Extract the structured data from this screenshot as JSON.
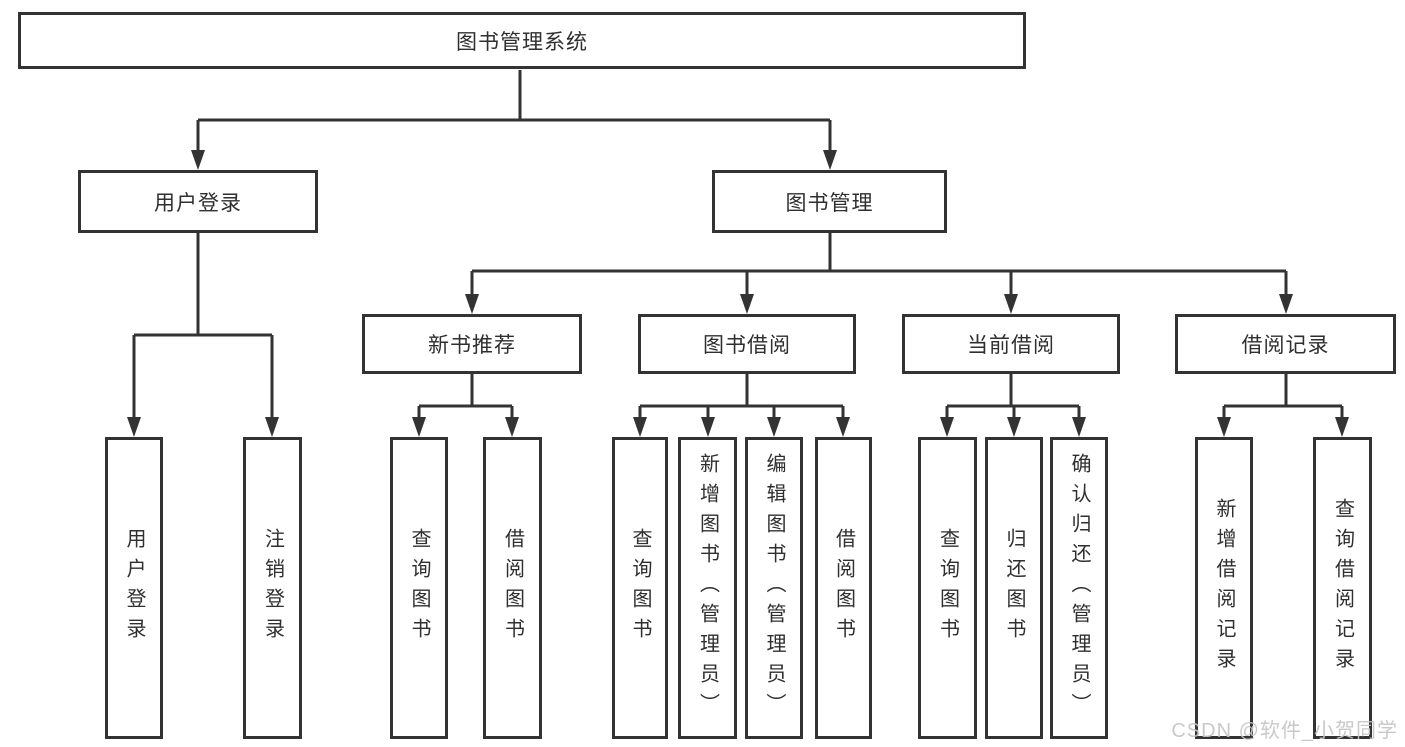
{
  "diagram": {
    "root": "图书管理系统",
    "user_login": {
      "label": "用户登录",
      "children": [
        "用户登录",
        "注销登录"
      ]
    },
    "book_management": {
      "label": "图书管理",
      "sections": [
        {
          "label": "新书推荐",
          "children": [
            "查询图书",
            "借阅图书"
          ]
        },
        {
          "label": "图书借阅",
          "children": [
            "查询图书",
            "新增图书（管理员）",
            "编辑图书（管理员）",
            "借阅图书"
          ]
        },
        {
          "label": "当前借阅",
          "children": [
            "查询图书",
            "归还图书",
            "确认归还（管理员）"
          ]
        },
        {
          "label": "借阅记录",
          "children": [
            "新增借阅记录",
            "查询借阅记录"
          ]
        }
      ]
    }
  },
  "watermark": "CSDN @软件_小贺同学",
  "colors": {
    "line": "#333333",
    "text": "#2f2f2f",
    "background": "#ffffff",
    "watermark": "#c5c5c5"
  }
}
